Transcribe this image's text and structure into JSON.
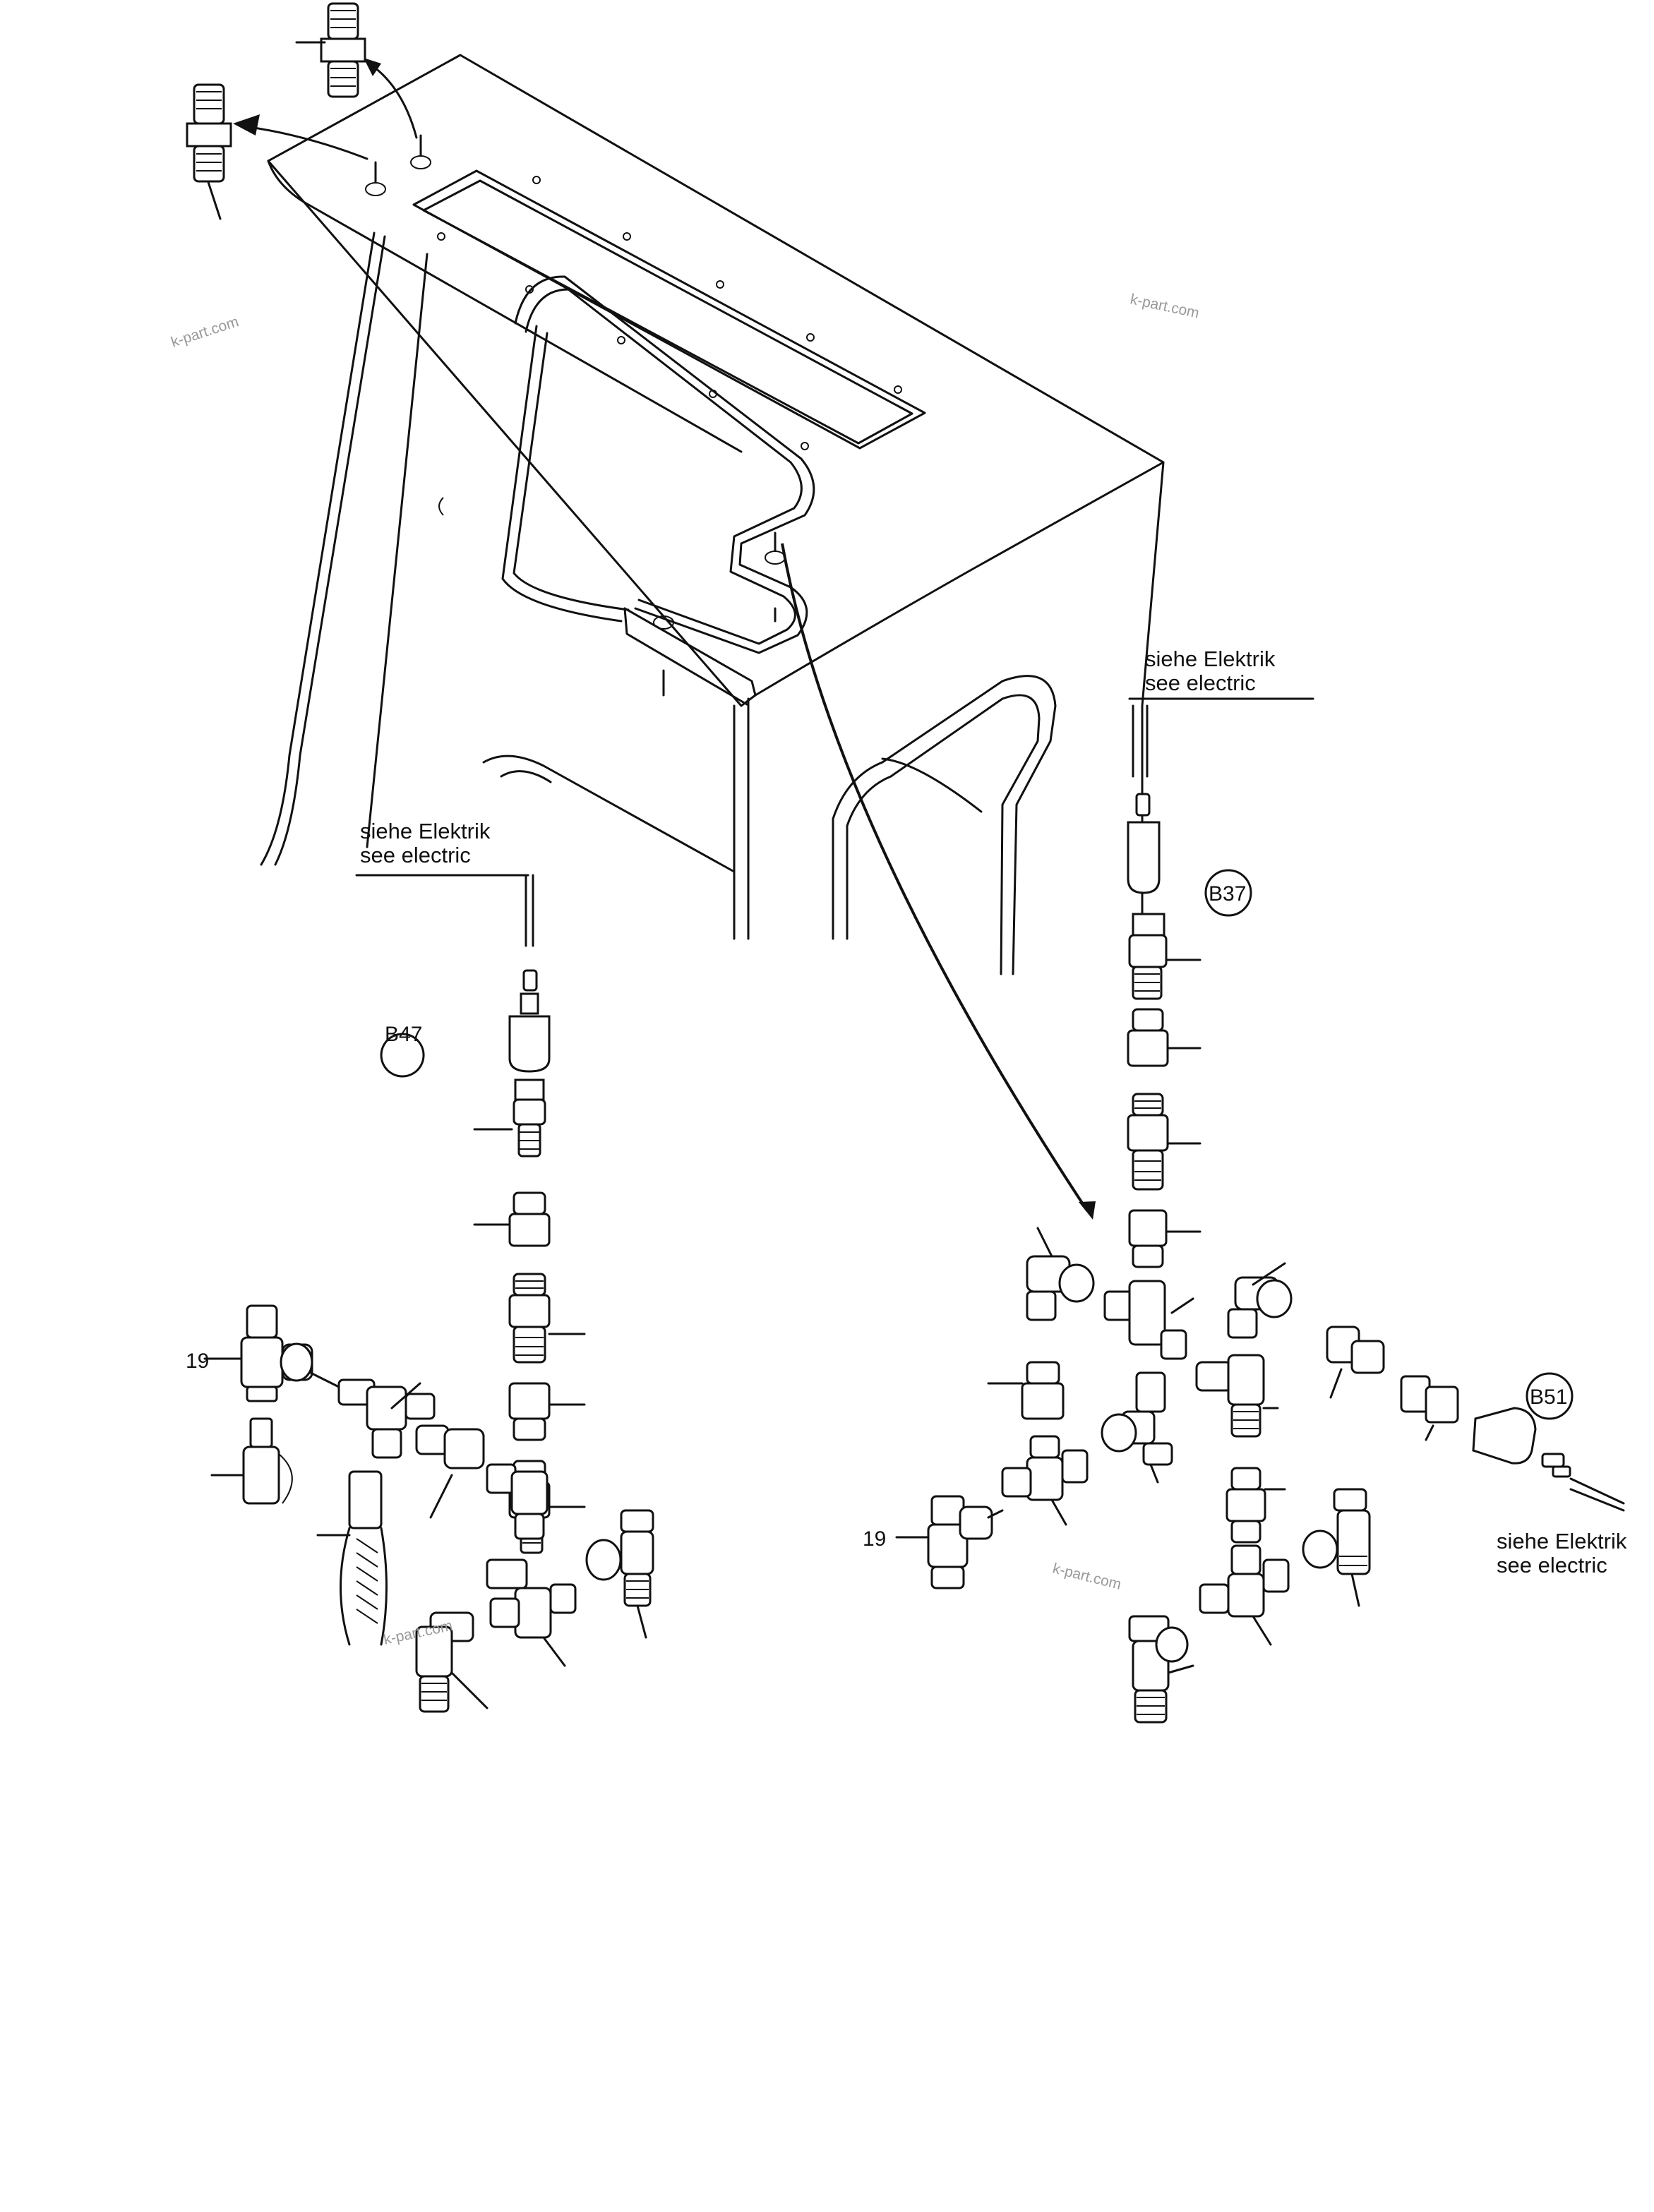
{
  "notes": {
    "left": {
      "line1": "siehe Elektrik",
      "line2": "see electric"
    },
    "right_top": {
      "line1": "siehe Elektrik",
      "line2": "see electric"
    },
    "right_bottom": {
      "line1": "siehe Elektrik",
      "line2": "see electric"
    }
  },
  "components": {
    "b47": "B47",
    "b37": "B37",
    "b51": "B51"
  },
  "part_numbers": {
    "left_19": "19",
    "right_19": "19"
  },
  "watermark": "k-part.com",
  "colors": {
    "line": "#111111",
    "background": "#ffffff",
    "watermark": "#999999"
  }
}
